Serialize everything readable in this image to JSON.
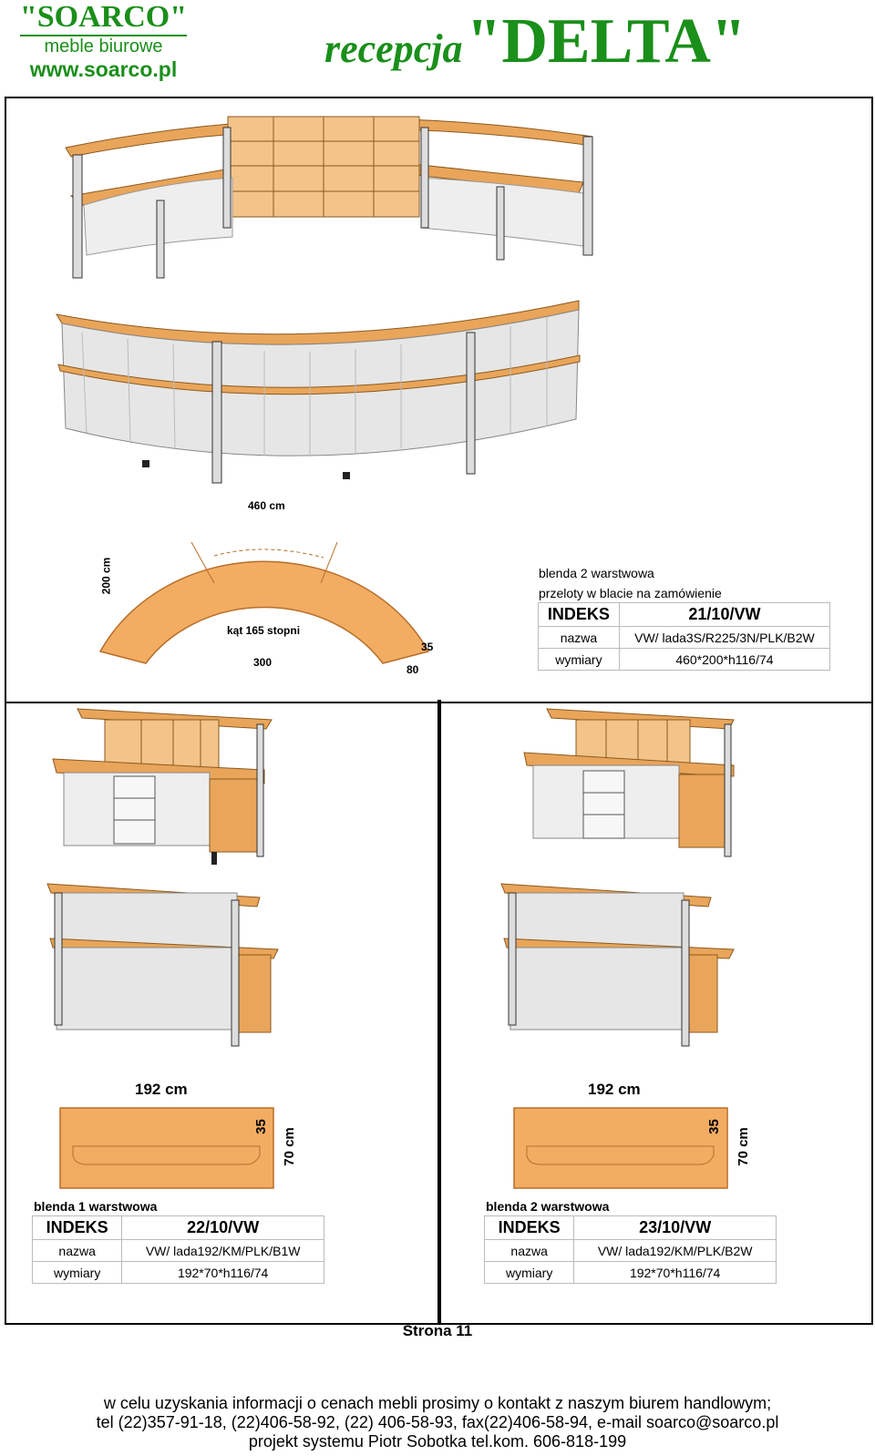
{
  "brand": {
    "name": "\"SOARCO\"",
    "subtitle": "meble biurowe",
    "url": "www.soarco.pl"
  },
  "header": {
    "title_word": "recepcja",
    "title_name": "\"DELTA\""
  },
  "top_product": {
    "note1": "blenda 2 warstwowa",
    "note2": "przeloty w blacie na zamówienie",
    "table": {
      "indeks_label": "INDEKS",
      "indeks_value": "21/10/VW",
      "nazwa_label": "nazwa",
      "nazwa_value": "VW/ lada3S/R225/3N/PLK/B2W",
      "wymiary_label": "wymiary",
      "wymiary_value": "460*200*h116/74"
    },
    "dims": {
      "width": "460 cm",
      "depth": "200 cm",
      "angle": "kąt 165 stopni",
      "inner": "300",
      "seg_end": "35",
      "seg_depth": "80"
    }
  },
  "left_product": {
    "note": "blenda 1 warstwowa",
    "table": {
      "indeks_label": "INDEKS",
      "indeks_value": "22/10/VW",
      "nazwa_label": "nazwa",
      "nazwa_value": "VW/ lada192/KM/PLK/B1W",
      "wymiary_label": "wymiary",
      "wymiary_value": "192*70*h116/74"
    },
    "dims": {
      "width": "192 cm",
      "shelf": "35",
      "depth": "70 cm"
    }
  },
  "right_product": {
    "note": "blenda 2 warstwowa",
    "table": {
      "indeks_label": "INDEKS",
      "indeks_value": "23/10/VW",
      "nazwa_label": "nazwa",
      "nazwa_value": "VW/ lada192/KM/PLK/B2W",
      "wymiary_label": "wymiary",
      "wymiary_value": "192*70*h116/74"
    },
    "dims": {
      "width": "192 cm",
      "shelf": "35",
      "depth": "70 cm"
    }
  },
  "page": {
    "label": "Strona 11"
  },
  "footer": {
    "line1": "w celu uzyskania informacji o cenach mebli  prosimy o kontakt z naszym biurem handlowym;",
    "line2": "tel (22)357-91-18, (22)406-58-92, (22) 406-58-93, fax(22)406-58-94, e-mail soarco@soarco.pl",
    "line3": "projekt systemu Piotr Sobotka tel.kom. 606-818-199"
  },
  "colors": {
    "brand_green": "#1a8f1a",
    "wood": "#e9a55a",
    "wood_dark": "#b86e28",
    "panel": "#e8e8e8"
  }
}
